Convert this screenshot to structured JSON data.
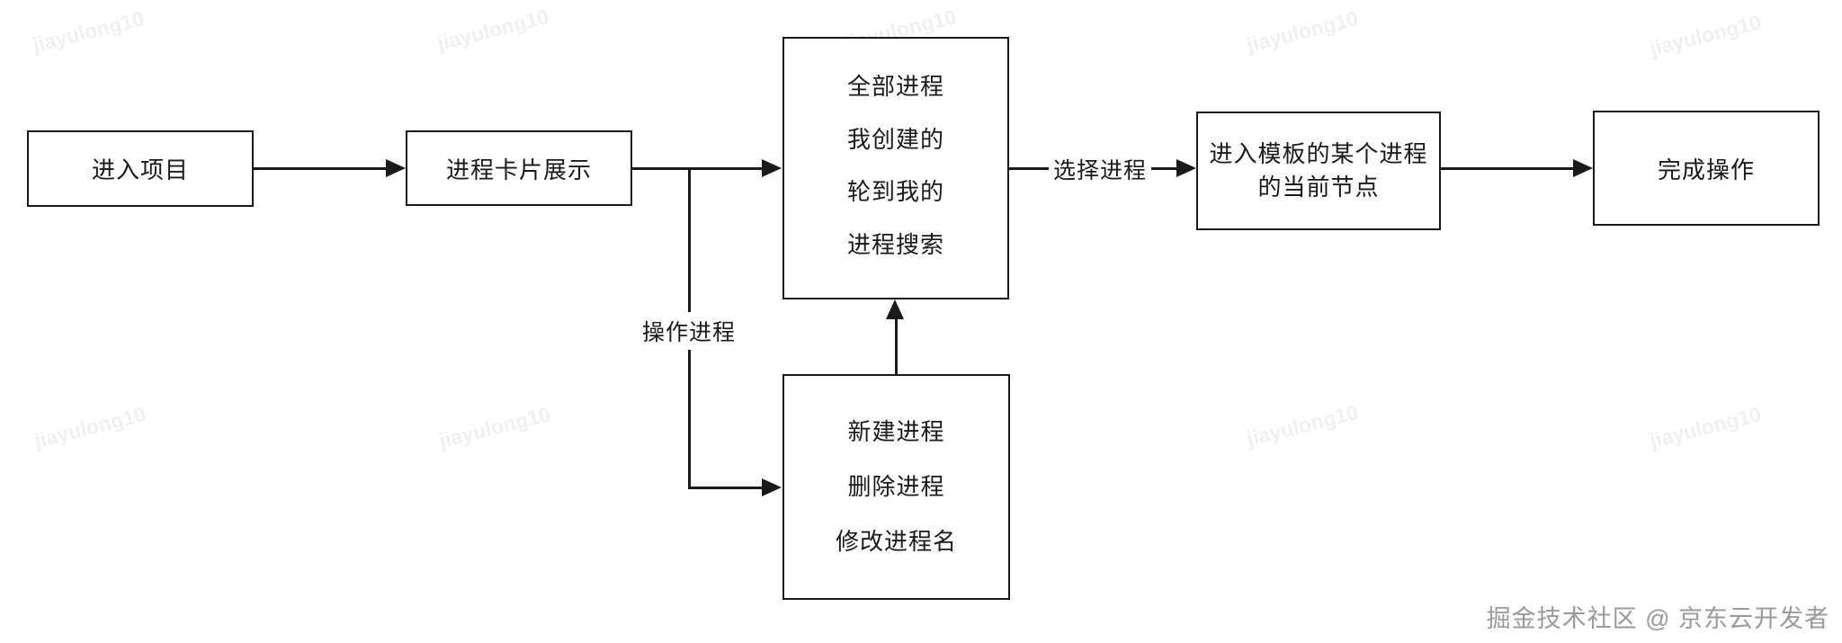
{
  "diagram": {
    "nodes": {
      "enter_project": {
        "label": "进入项目"
      },
      "process_cards": {
        "label": "进程卡片展示"
      },
      "process_list": {
        "items": [
          "全部进程",
          "我创建的",
          "轮到我的",
          "进程搜索"
        ]
      },
      "current_node": {
        "label": "进入模板的某个进程的当前节点"
      },
      "complete": {
        "label": "完成操作"
      },
      "process_ops": {
        "items": [
          "新建进程",
          "删除进程",
          "修改进程名"
        ]
      }
    },
    "edges": {
      "operate_process_label": "操作进程",
      "select_process_label": "选择进程"
    }
  },
  "watermark": {
    "text": "jiayulong10"
  },
  "footer": {
    "credit": "掘金技术社区 @ 京东云开发者"
  },
  "colors": {
    "line": "#1a1a1a",
    "background": "#ffffff",
    "watermark": "#f0f0f3",
    "credit": "#9b9b9b"
  }
}
